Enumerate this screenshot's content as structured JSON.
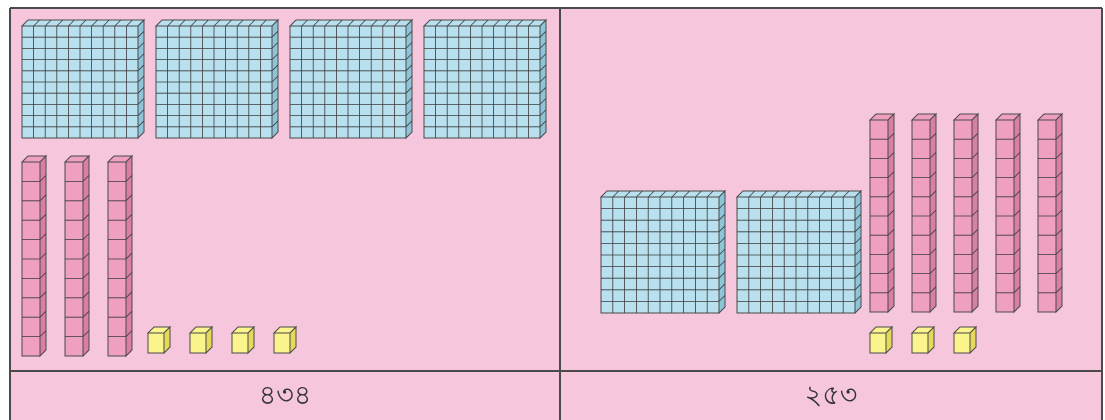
{
  "colors": {
    "background": "#f5c6dc",
    "border": "#4a4a4a",
    "grid_line": "#3a3a3a",
    "hundreds_face": "#b8e0ee",
    "hundreds_side": "#8ec4d8",
    "tens_face": "#ef9fbf",
    "tens_side": "#d97fa3",
    "ones_face": "#fbf38c",
    "ones_side": "#e6d95a"
  },
  "panels": [
    {
      "label": "৪৩৪",
      "hundreds": 4,
      "tens": 3,
      "ones": 4
    },
    {
      "label": "২৫৩",
      "hundreds": 2,
      "tens": 5,
      "ones": 3
    }
  ]
}
